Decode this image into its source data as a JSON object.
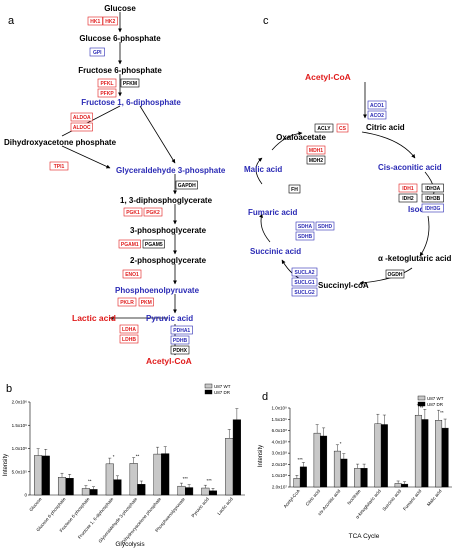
{
  "panel_a": {
    "label": "a",
    "metabolites": [
      {
        "text": "Glucose",
        "color": "black"
      },
      {
        "text": "Glucose 6-phosphate",
        "color": "black"
      },
      {
        "text": "Fructose 6-phosphate",
        "color": "black"
      },
      {
        "text": "Fructose 1, 6-diphosphate",
        "color": "blue"
      },
      {
        "text": "Dihydroxyacetone phosphate",
        "color": "black"
      },
      {
        "text": "Glyceraldehyde 3-phosphate",
        "color": "blue"
      },
      {
        "text": "1, 3-diphosphoglycerate",
        "color": "black"
      },
      {
        "text": "3-phosphoglycerate",
        "color": "black"
      },
      {
        "text": "2-phosphoglycerate",
        "color": "black"
      },
      {
        "text": "Phosphoenolpyruvate",
        "color": "blue"
      },
      {
        "text": "Pyruvic acid",
        "color": "blue"
      },
      {
        "text": "Lactic acid",
        "color": "red"
      },
      {
        "text": "Acetyl-CoA",
        "color": "red"
      }
    ],
    "enzymes": [
      {
        "text": "HK1",
        "status": "up"
      },
      {
        "text": "HK2",
        "status": "up"
      },
      {
        "text": "GPI",
        "status": "down"
      },
      {
        "text": "PFKL",
        "status": "up"
      },
      {
        "text": "PFKM",
        "status": "none"
      },
      {
        "text": "PFKP",
        "status": "up"
      },
      {
        "text": "ALDOA",
        "status": "up"
      },
      {
        "text": "ALDOC",
        "status": "up"
      },
      {
        "text": "TPI1",
        "status": "up"
      },
      {
        "text": "GAPDH",
        "status": "none"
      },
      {
        "text": "PGK1",
        "status": "up"
      },
      {
        "text": "PGK2",
        "status": "up"
      },
      {
        "text": "PGAM1",
        "status": "up"
      },
      {
        "text": "PGAM5",
        "status": "none"
      },
      {
        "text": "ENO1",
        "status": "up"
      },
      {
        "text": "PKLR",
        "status": "up"
      },
      {
        "text": "PKM",
        "status": "up"
      },
      {
        "text": "LDHA",
        "status": "up"
      },
      {
        "text": "LDHB",
        "status": "up"
      },
      {
        "text": "PDHA1",
        "status": "down"
      },
      {
        "text": "PDHB",
        "status": "down"
      },
      {
        "text": "PDHX",
        "status": "none"
      }
    ]
  },
  "panel_c": {
    "label": "c",
    "metabolites": [
      {
        "text": "Acetyl-CoA",
        "color": "red"
      },
      {
        "text": "Oxaloacetate",
        "color": "black"
      },
      {
        "text": "Citric acid",
        "color": "black"
      },
      {
        "text": "Malic acid",
        "color": "blue"
      },
      {
        "text": "Cis-aconitic acid",
        "color": "blue"
      },
      {
        "text": "Fumaric acid",
        "color": "blue"
      },
      {
        "text": "Isocitrate",
        "color": "blue"
      },
      {
        "text": "Succinic acid",
        "color": "blue"
      },
      {
        "text": "α -ketoglutaric acid",
        "color": "black"
      },
      {
        "text": "Succinyl-coA",
        "color": "black"
      }
    ],
    "enzymes": [
      {
        "text": "ACLY",
        "status": "none"
      },
      {
        "text": "CS",
        "status": "up"
      },
      {
        "text": "ACO1",
        "status": "down"
      },
      {
        "text": "ACO2",
        "status": "down"
      },
      {
        "text": "MDH1",
        "status": "up"
      },
      {
        "text": "MDH2",
        "status": "none"
      },
      {
        "text": "FH",
        "status": "none"
      },
      {
        "text": "IDH1",
        "status": "up"
      },
      {
        "text": "IDH3A",
        "status": "none"
      },
      {
        "text": "IDH2",
        "status": "none"
      },
      {
        "text": "IDH3B",
        "status": "none"
      },
      {
        "text": "IDH3G",
        "status": "down"
      },
      {
        "text": "SDHA",
        "status": "down"
      },
      {
        "text": "SDHD",
        "status": "down"
      },
      {
        "text": "SDHB",
        "status": "down"
      },
      {
        "text": "OGDH",
        "status": "none"
      },
      {
        "text": "SUCLA2",
        "status": "down"
      },
      {
        "text": "SUCLG1",
        "status": "down"
      },
      {
        "text": "SUCLG2",
        "status": "down"
      }
    ]
  },
  "colors": {
    "up": "#e01b1b",
    "down": "#2b2bb5",
    "none": "#000000",
    "blue_text": "#2b2bb5",
    "red_text": "#e01b1b"
  },
  "panel_b": {
    "label": "b",
    "chart_data": {
      "type": "bar",
      "title": "",
      "xlabel": "Glycolysis",
      "ylabel": "Intensity",
      "ylim": [
        0,
        2.0
      ],
      "ytick_labels": [
        "0",
        "5.0x10⁵",
        "1.0x10⁶",
        "1.5x10⁶",
        "2.0x10⁶"
      ],
      "categories": [
        "Glucose",
        "Glucose 6-phosphate",
        "Fructose 6-phosphate",
        "Fructose 1, 6-diphosphate",
        "Glyceraldehyde 3-phosphate",
        "Dihydroxyacetone phosphate",
        "Phosphoenolpyruvate",
        "Pyruvic acid",
        "Lactic acid"
      ],
      "series": [
        {
          "name": "U87 WT",
          "values": [
            0.85,
            0.38,
            0.14,
            0.67,
            0.68,
            0.88,
            0.19,
            0.15,
            1.22
          ]
        },
        {
          "name": "U87 DR",
          "values": [
            0.84,
            0.36,
            0.12,
            0.33,
            0.23,
            0.89,
            0.16,
            0.09,
            1.62
          ]
        }
      ],
      "significance": [
        "",
        "",
        "**",
        "*",
        "**",
        "",
        "***",
        "***",
        ""
      ],
      "legend": "top-right"
    }
  },
  "panel_d": {
    "label": "d",
    "chart_data": {
      "type": "bar",
      "title": "",
      "xlabel": "TCA Cycle",
      "ylabel": "Intensity",
      "ytick_labels": [
        "2.0x10⁷",
        "1.0x10⁸",
        "2.0x10⁸",
        "3.0x10⁸",
        "4.0x10⁸",
        "6.0x10⁸",
        "1.5x10⁹",
        "1.0x10⁹"
      ],
      "categories": [
        "Acetyl-CoA",
        "Citric acid",
        "cis-Aconitic acid",
        "Isocitrate",
        "α-ketoglutaric acid",
        "Succinic acid",
        "Fumaric acid",
        "Malic acid"
      ],
      "series": [
        {
          "name": "U87 WT",
          "values": [
            0.12,
            0.75,
            0.5,
            0.26,
            0.88,
            0.05,
            1.0,
            0.93
          ]
        },
        {
          "name": "U87 DR",
          "values": [
            0.28,
            0.71,
            0.39,
            0.26,
            0.87,
            0.04,
            0.94,
            0.82
          ]
        }
      ],
      "significance": [
        "***",
        "",
        "*",
        "",
        "",
        "",
        "**",
        "**"
      ],
      "legend": "top-right"
    }
  }
}
